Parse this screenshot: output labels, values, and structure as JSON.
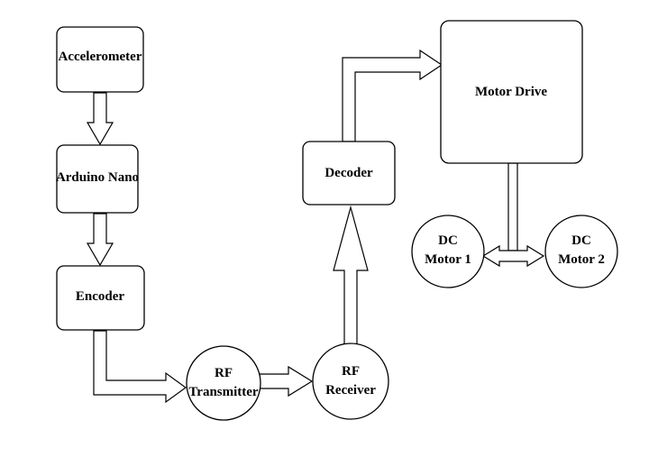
{
  "blocks": {
    "accelerometer": "Accelerometer",
    "arduino_nano": "Arduino Nano",
    "encoder": "Encoder",
    "rf_transmitter": [
      "RF",
      "Transmitter"
    ],
    "rf_receiver": [
      "RF",
      "Receiver"
    ],
    "decoder": "Decoder",
    "motor_drive": "Motor Drive",
    "dc_motor_1": [
      "DC",
      "Motor 1"
    ],
    "dc_motor_2": [
      "DC",
      "Motor 2"
    ]
  }
}
